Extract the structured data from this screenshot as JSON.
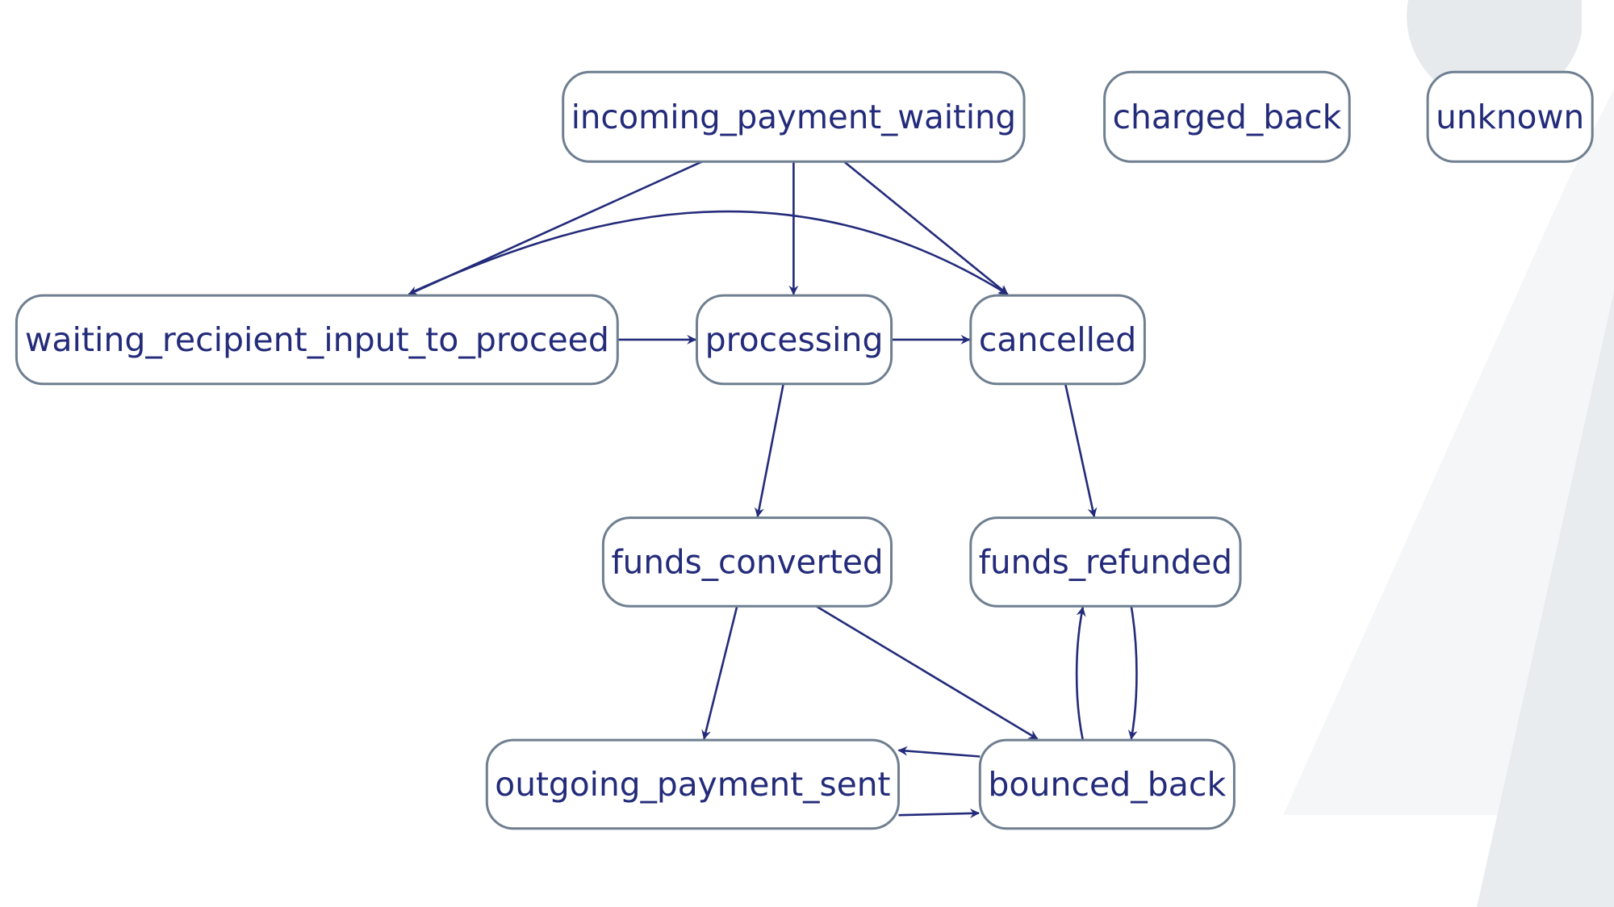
{
  "diagram": {
    "type": "state-transition-diagram",
    "colors": {
      "background": "#ffffff",
      "node_border": "#6f7f90",
      "node_text": "#232b7a",
      "edge": "#232b7a",
      "backdrop_shape": "#e6e9ec"
    },
    "nodes": {
      "incoming_payment_waiting": {
        "label": "incoming_payment_waiting"
      },
      "charged_back": {
        "label": "charged_back"
      },
      "unknown": {
        "label": "unknown"
      },
      "waiting_recipient_input_to_proceed": {
        "label": "waiting_recipient_input_to_proceed"
      },
      "processing": {
        "label": "processing"
      },
      "cancelled": {
        "label": "cancelled"
      },
      "funds_converted": {
        "label": "funds_converted"
      },
      "funds_refunded": {
        "label": "funds_refunded"
      },
      "outgoing_payment_sent": {
        "label": "outgoing_payment_sent"
      },
      "bounced_back": {
        "label": "bounced_back"
      }
    },
    "edges": [
      {
        "from": "incoming_payment_waiting",
        "to": "waiting_recipient_input_to_proceed"
      },
      {
        "from": "incoming_payment_waiting",
        "to": "processing"
      },
      {
        "from": "incoming_payment_waiting",
        "to": "cancelled"
      },
      {
        "from": "waiting_recipient_input_to_proceed",
        "to": "cancelled"
      },
      {
        "from": "waiting_recipient_input_to_proceed",
        "to": "processing"
      },
      {
        "from": "processing",
        "to": "cancelled"
      },
      {
        "from": "processing",
        "to": "funds_converted"
      },
      {
        "from": "cancelled",
        "to": "funds_refunded"
      },
      {
        "from": "funds_converted",
        "to": "outgoing_payment_sent"
      },
      {
        "from": "funds_converted",
        "to": "bounced_back"
      },
      {
        "from": "funds_refunded",
        "to": "bounced_back"
      },
      {
        "from": "bounced_back",
        "to": "funds_refunded"
      },
      {
        "from": "bounced_back",
        "to": "outgoing_payment_sent"
      },
      {
        "from": "outgoing_payment_sent",
        "to": "bounced_back"
      }
    ]
  }
}
